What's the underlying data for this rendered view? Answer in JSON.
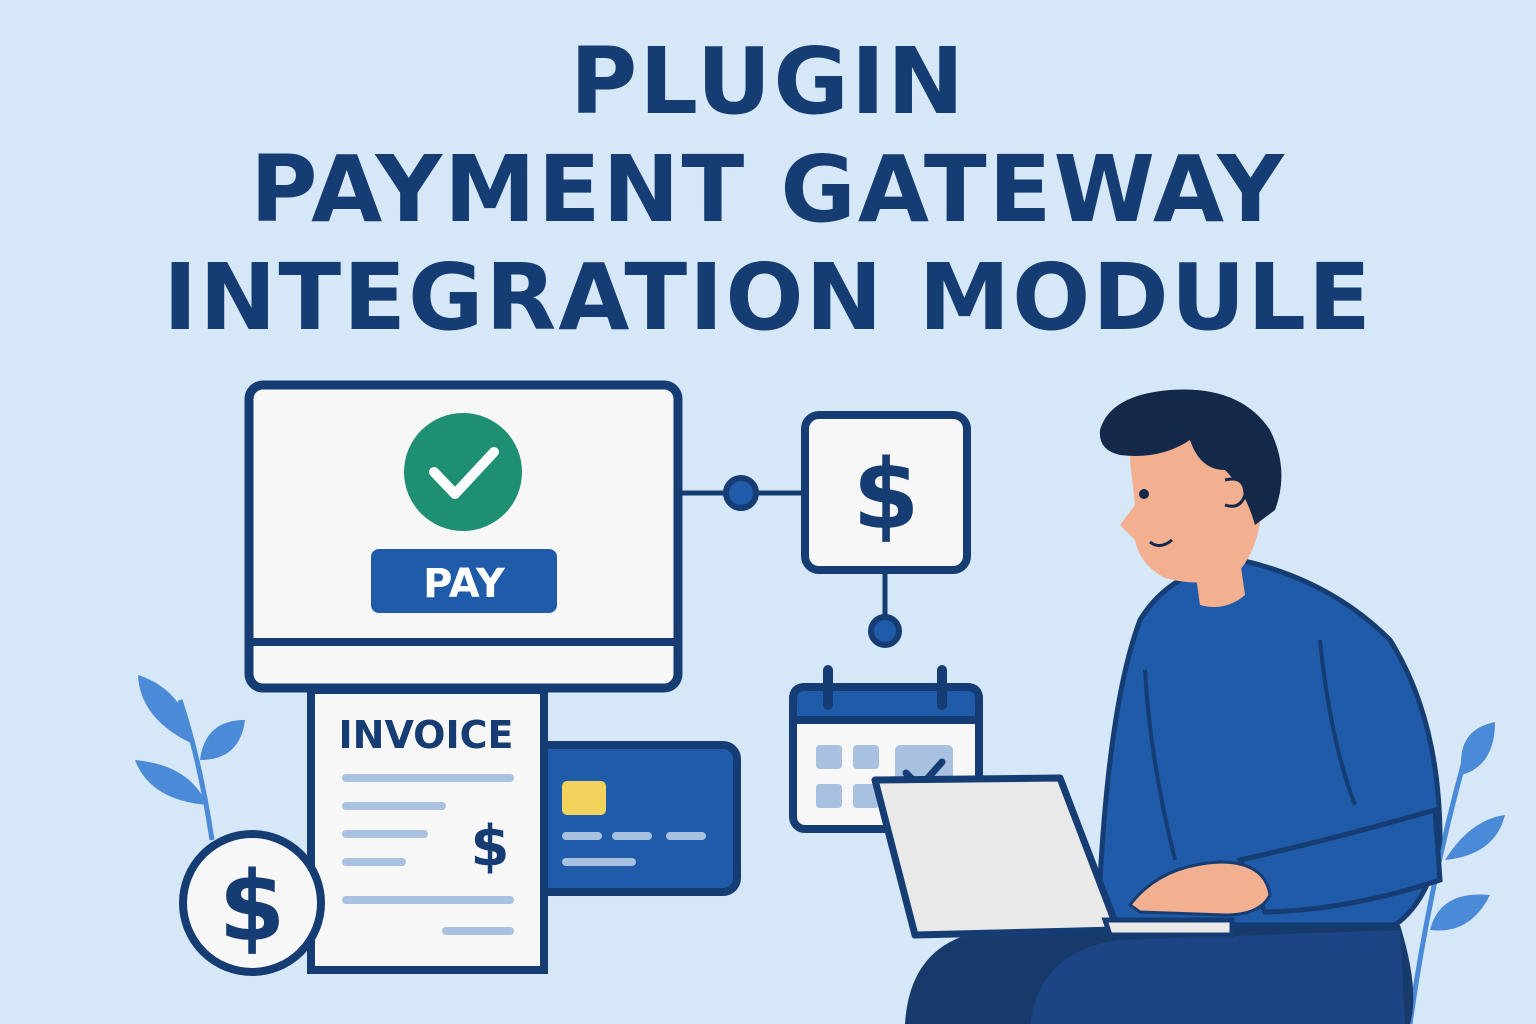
{
  "title": {
    "line1": "PLUGIN",
    "line2": "PAYMENT GATEWAY",
    "line3": "INTEGRATION MODULE"
  },
  "monitor": {
    "pay_button": "PAY"
  },
  "invoice": {
    "heading": "INVOICE",
    "currency": "$"
  },
  "coin": {
    "symbol": "$"
  },
  "gateway_box": {
    "symbol": "$"
  },
  "colors": {
    "background": "#d6e8f7",
    "navy": "#163d73",
    "blue": "#1f5ba8",
    "green": "#1f8f73",
    "skin": "#f2b090",
    "leaf": "#4a8ad6",
    "chip": "#f2d35b"
  }
}
